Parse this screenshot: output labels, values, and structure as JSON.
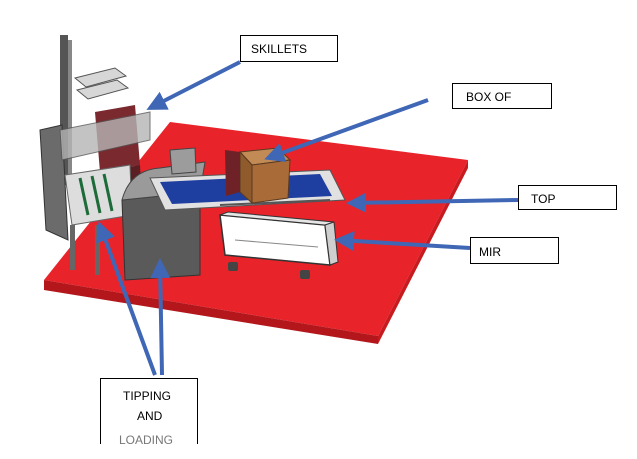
{
  "labels": {
    "skillets": "SKILLETS",
    "box_of": "BOX OF",
    "top": "TOP",
    "mir": "MIR",
    "tipping_line1": "TIPPING",
    "tipping_line2": "AND",
    "tipping_line3": "LOADING"
  },
  "colors": {
    "platform": "#e8232a",
    "arrow": "#3f67b5",
    "frame": "#c9c9c9",
    "dark_panel": "#5a5a5a",
    "box": "#b57a45",
    "conveyor_belt": "#1f3fa0"
  }
}
